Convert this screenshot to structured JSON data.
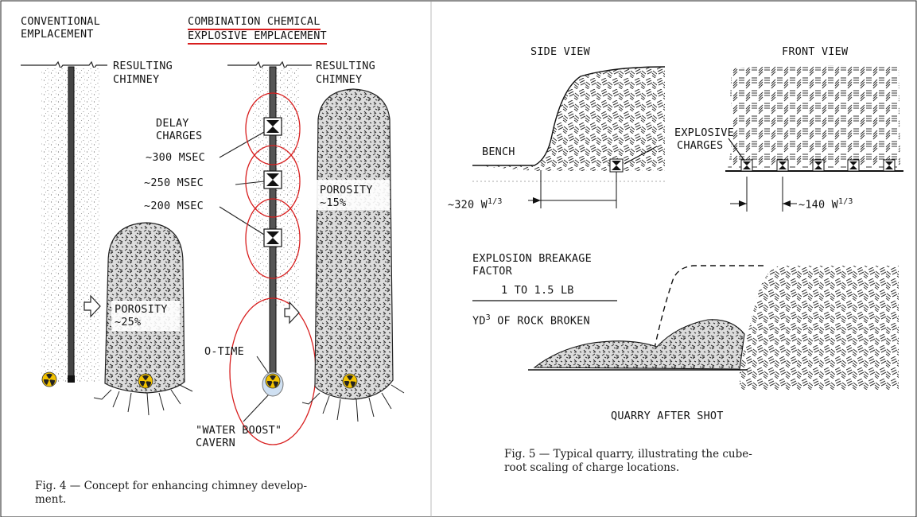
{
  "fig4": {
    "title_conventional_l1": "CONVENTIONAL",
    "title_conventional_l2": "EMPLACEMENT",
    "title_combo_l1": "COMBINATION CHEMICAL",
    "title_combo_l2": "EXPLOSIVE EMPLACEMENT",
    "resulting_1": "RESULTING",
    "chimney_1": "CHIMNEY",
    "resulting_2": "RESULTING",
    "chimney_2": "CHIMNEY",
    "delay_l1": "DELAY",
    "delay_l2": "CHARGES",
    "msec_300": "~300 MSEC",
    "msec_250": "~250 MSEC",
    "msec_200": "~200 MSEC",
    "porosity_a_l1": "POROSITY",
    "porosity_a_l2": "~25%",
    "porosity_b_l1": "POROSITY",
    "porosity_b_l2": "~15%",
    "otime": "O-TIME",
    "water_l1": "\"WATER BOOST\"",
    "water_l2": "CAVERN",
    "caption_l1": "Fig. 4 — Concept for enhancing chimney develop-",
    "caption_l2": "ment."
  },
  "fig5": {
    "side_view": "SIDE VIEW",
    "front_view": "FRONT VIEW",
    "explosive_l1": "EXPLOSIVE",
    "explosive_l2": "CHARGES",
    "bench": "BENCH",
    "dist_320": "~320 W",
    "dist_320_exp": "1/3",
    "dist_140": "~140 W",
    "dist_140_exp": "1/3",
    "breakage_l1": "EXPLOSION BREAKAGE",
    "breakage_l2": "FACTOR",
    "numerator": "1 TO 1.5 LB",
    "denominator_a": "YD",
    "denominator_exp": "3",
    "denominator_b": " OF ROCK BROKEN",
    "quarry": "QUARRY AFTER SHOT",
    "caption_l1": "Fig. 5 — Typical quarry, illustrating the cube-",
    "caption_l2": "root scaling of charge locations."
  },
  "colors": {
    "annotation_red": "#d81e1e",
    "radiation_yellow": "#f2c200",
    "cavern_blue": "#cfe0f2"
  }
}
